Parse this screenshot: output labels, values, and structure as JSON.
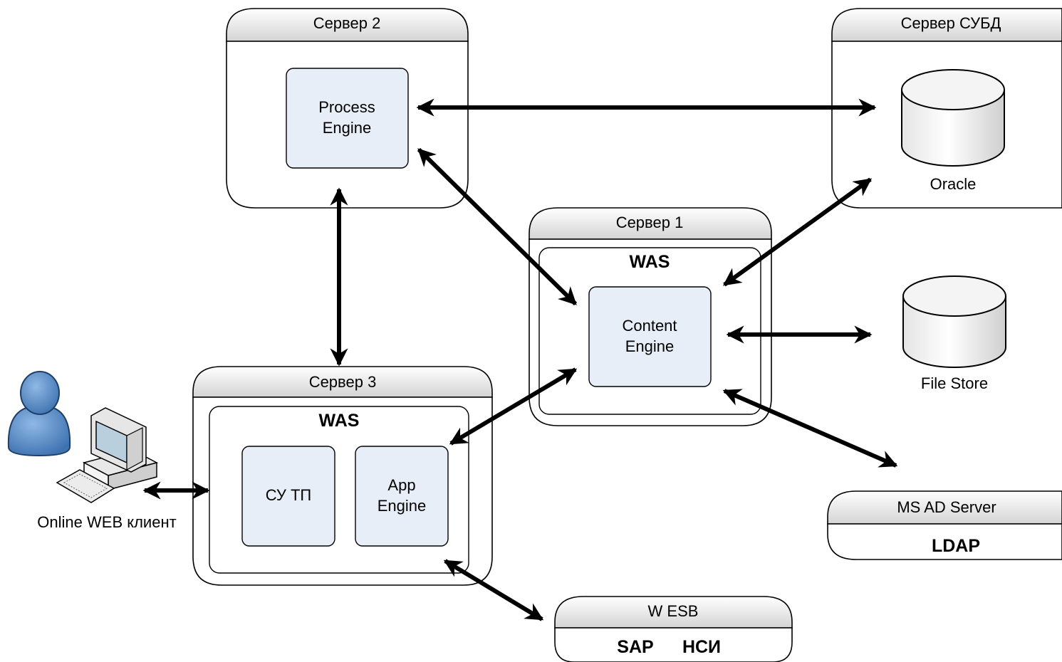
{
  "servers": {
    "server2": {
      "title": "Сервер 2",
      "engine": "Process\nEngine"
    },
    "server_db": {
      "title": "Сервер СУБД",
      "db": "Oracle"
    },
    "server1": {
      "title": "Сервер 1",
      "was": "WAS",
      "engine": "Content\nEngine"
    },
    "server3": {
      "title": "Сервер 3",
      "was": "WAS",
      "box_left": "СУ ТП",
      "box_right": "App\nEngine"
    }
  },
  "file_store": "File Store",
  "ms_ad": {
    "title": "MS AD Server",
    "body": "LDAP"
  },
  "esb": {
    "title": "W ESB",
    "item1": "SAP",
    "item2": "НСИ"
  },
  "client": {
    "label": "Online WEB клиент"
  },
  "colors": {
    "engine_fill": "#e8eef8",
    "header_gradient_top": "#ffffff",
    "header_gradient_bottom": "#d6d6d6",
    "user_icon": "#5b8fc7"
  },
  "icons": [
    "user-icon",
    "computer-icon",
    "database-icon"
  ]
}
